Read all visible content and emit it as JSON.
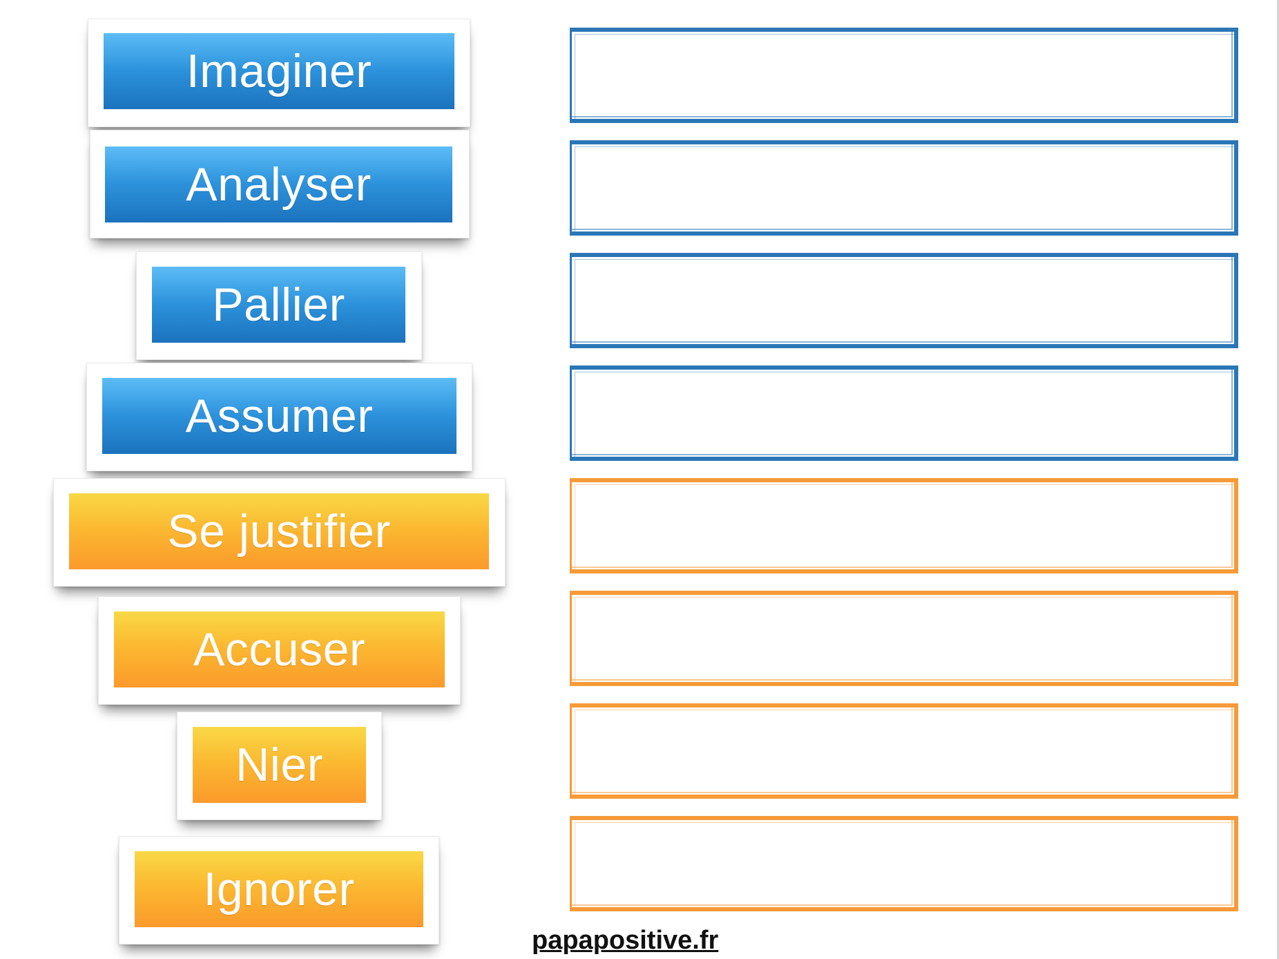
{
  "labels": {
    "imaginer": "Imaginer",
    "analyser": "Analyser",
    "pallier": "Pallier",
    "assumer": "Assumer",
    "se_justifier": "Se justifier",
    "accuser": "Accuser",
    "nier": "Nier",
    "ignorer": "Ignorer"
  },
  "footer": {
    "site": "papapositive.fr"
  },
  "colors": {
    "blue_accent": "#2a77b7",
    "orange_accent": "#f79a38"
  }
}
